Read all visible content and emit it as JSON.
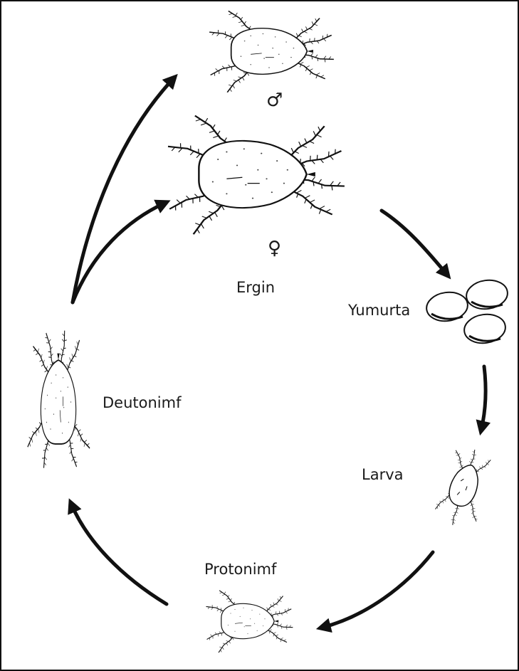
{
  "stages": {
    "adult": "Ergin",
    "egg": "Yumurta",
    "larva": "Larva",
    "protonymph": "Protonimf",
    "deutonymph": "Deutonimf"
  },
  "sex_symbols": {
    "male": "♂",
    "female": "♀"
  },
  "colors": {
    "ink": "#111111",
    "background": "#ffffff"
  }
}
